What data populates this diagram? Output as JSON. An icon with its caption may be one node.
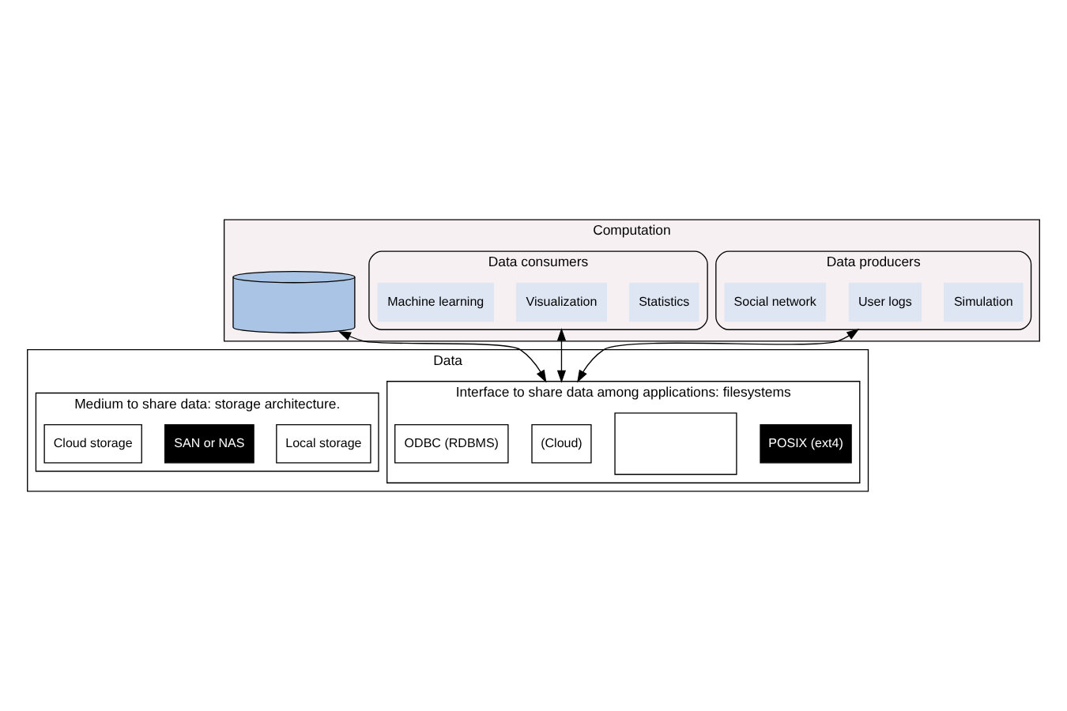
{
  "diagram": {
    "nodes": [
      {
        "text": [
          "Computation"
        ]
      },
      {
        "text": [
          "Data producers"
        ],
        "in": 0
      },
      {
        "text": [
          "Simulation"
        ],
        "in": 1
      },
      {
        "text": [
          "User logs"
        ],
        "in": 1
      },
      {
        "text": [
          "Social network"
        ],
        "in": 1
      },
      {
        "text": [],
        "shape": "cylinder",
        "in": 0
      },
      {
        "text": [
          "Data consumers"
        ],
        "in": 0
      },
      {
        "text": [
          "Statistics"
        ],
        "in": 6
      },
      {
        "text": [
          "Visualization"
        ],
        "in": 6
      },
      {
        "text": [
          "Machine learning"
        ],
        "in": 6
      },
      {
        "text": [
          "Data"
        ]
      },
      {
        "text": [
          "Interface to share data among applications: filesystems"
        ],
        "in": 10
      },
      {
        "text": [
          "POSIX (ext4)"
        ],
        "in": 11
      },
      {
        "text": [],
        "shape": "box",
        "in": 11
      },
      {
        "text": [
          "(Cloud)"
        ],
        "in": 11
      },
      {
        "text": [
          "ODBC (RDBMS)"
        ],
        "in": 11
      },
      {
        "text": [
          "Medium to share data: storage architecture."
        ],
        "in": 10
      },
      {
        "text": [
          "Local storage"
        ],
        "in": 16
      },
      {
        "text": [
          "SAN or NAS"
        ],
        "in": 16
      },
      {
        "text": [
          "Cloud storage"
        ],
        "in": 16
      }
    ],
    "edges": [
      {
        "from": 1,
        "to": 11,
        "arrow": "both"
      },
      {
        "from": 5,
        "to": 11,
        "arrow": "both"
      },
      {
        "from": 6,
        "to": 11,
        "arrow": "both"
      }
    ]
  }
}
